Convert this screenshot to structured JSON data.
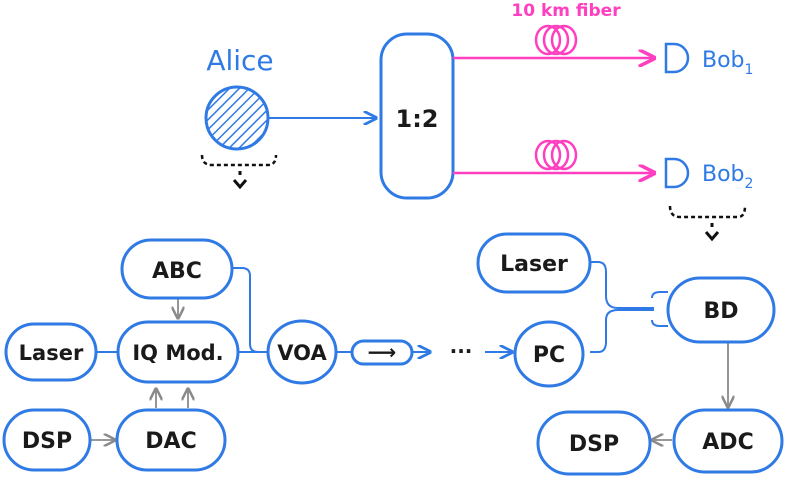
{
  "colors": {
    "blue": "#2f7ae5",
    "pink": "#ff3fbf",
    "gray": "#8a8a8a",
    "text": "#1a1a1a"
  },
  "top": {
    "alice_label": "Alice",
    "splitter_label": "1:2",
    "fiber_label": "10 km fiber",
    "bob1_label": "Bob",
    "bob1_sub": "1",
    "bob2_label": "Bob",
    "bob2_sub": "2"
  },
  "tx": {
    "abc": "ABC",
    "laser": "Laser",
    "iq_mod": "IQ Mod.",
    "voa": "VOA",
    "isolator_arrow": "⟶",
    "ellipsis": "···",
    "dsp": "DSP",
    "dac": "DAC"
  },
  "rx": {
    "laser": "Laser",
    "pc": "PC",
    "bd": "BD",
    "adc": "ADC",
    "dsp": "DSP"
  }
}
